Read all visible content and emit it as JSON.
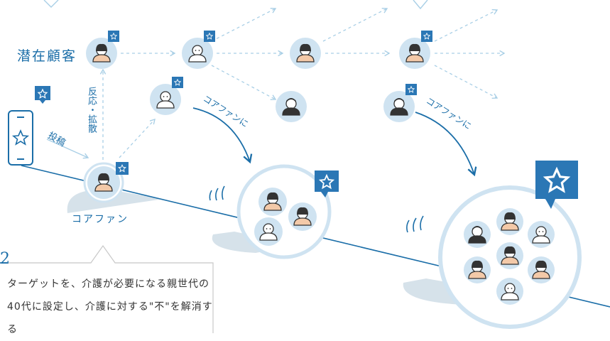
{
  "labels": {
    "potential_customers": "潜在顧客",
    "core_fan": "コアファン",
    "reaction_spread": "反応・拡散",
    "post": "投稿",
    "turn_core_fan_1": "コアファンに",
    "turn_core_fan_2": "コアファンに"
  },
  "note": {
    "number": "2",
    "text": "ターゲットを、介護が必要になる親世代の40代に設定し、介護に対する\"不\"を解消する"
  },
  "colors": {
    "accent_blue": "#1b6ea8",
    "star_badge": "#2b77b5",
    "circle_fill": "#cfe3f1",
    "shadow": "#d6e2ea",
    "dashed_arrow": "#a9cfe6"
  },
  "icons": [
    "smartphone-icon",
    "star-icon",
    "person-icon"
  ]
}
